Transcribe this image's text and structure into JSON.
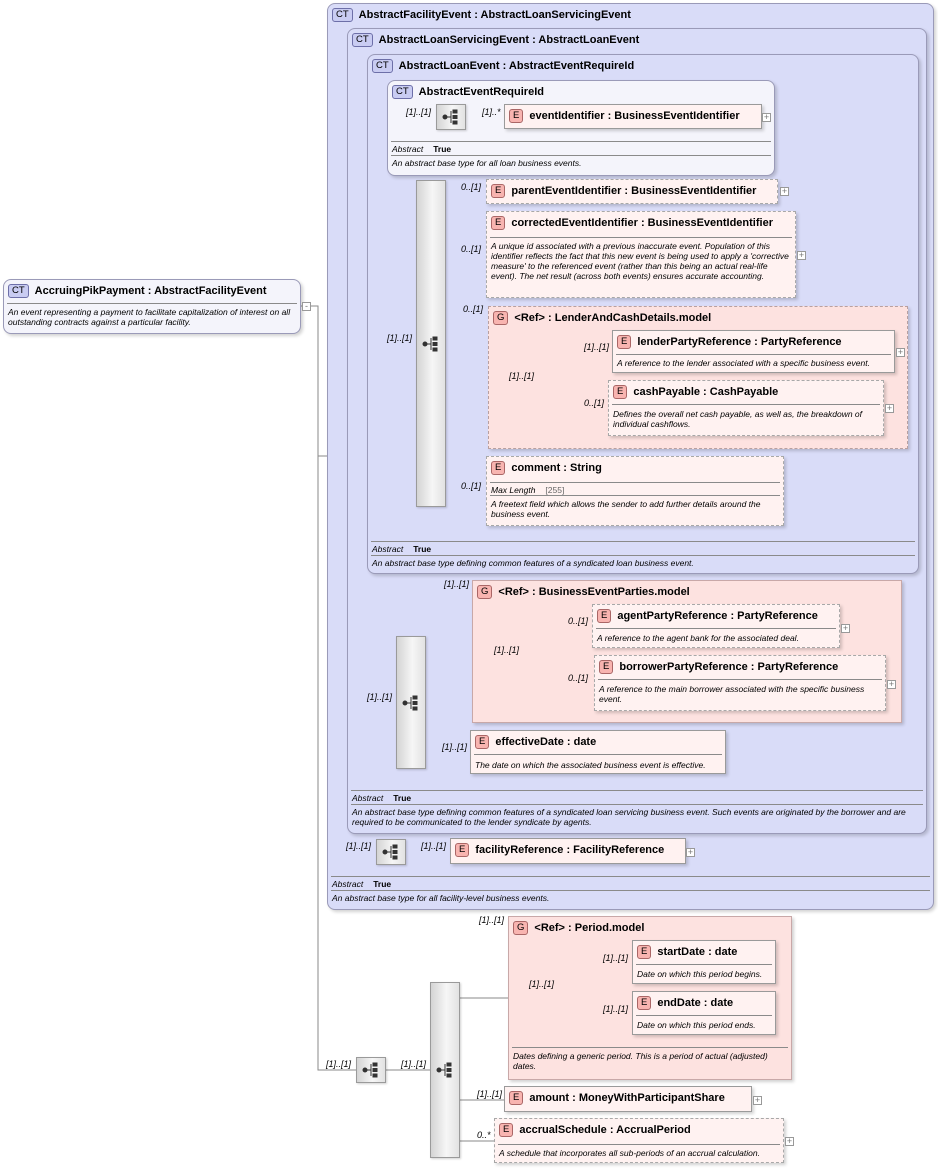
{
  "abstract_label": "Abstract",
  "abstract_value": "True",
  "max_length_label": "Max Length",
  "badges": {
    "ct": "CT",
    "e": "E",
    "g": "G"
  },
  "root": {
    "name": "AccruingPikPayment : AbstractFacilityEvent",
    "doc": "An event representing a payment to facilitate capitalization of interest on all outstanding contracts against a particular facility."
  },
  "facility_event": {
    "name": "AbstractFacilityEvent : AbstractLoanServicingEvent",
    "doc": "An abstract base type for all facility-level business events.",
    "facility_reference": "facilityReference : FacilityReference"
  },
  "loan_servicing_event": {
    "name": "AbstractLoanServicingEvent : AbstractLoanEvent",
    "doc": "An abstract base type defining common features of a syndicated loan servicing business event. Such events are originated by the borrower and are required to be communicated to the lender syndicate by agents.",
    "parties_group": "<Ref>       : BusinessEventParties.model",
    "agent": {
      "name": "agentPartyReference : PartyReference",
      "doc": "A reference to the agent bank for the associated deal."
    },
    "borrower": {
      "name": "borrowerPartyReference : PartyReference",
      "doc": "A reference to the main borrower associated with the specific business event."
    },
    "effective_date": {
      "name": "effectiveDate : date",
      "doc": "The date on which the associated business event is effective."
    }
  },
  "loan_event": {
    "name": "AbstractLoanEvent : AbstractEventRequireId",
    "doc": "An abstract base type defining common features of a syndicated loan business event.",
    "parent": "parentEventIdentifier : BusinessEventIdentifier",
    "corrected": {
      "name": "correctedEventIdentifier : BusinessEventIdentifier",
      "doc": "A unique id associated with a previous inaccurate event. Population of this identifier reflects the fact that this new event is being used to apply a 'corrective measure' to the referenced event (rather than this being an actual real-life event). The net result (across both events) ensures accurate accounting."
    },
    "lender_group": "<Ref>       : LenderAndCashDetails.model",
    "lender": {
      "name": "lenderPartyReference : PartyReference",
      "doc": "A reference to the lender associated with a specific business event."
    },
    "cash": {
      "name": "cashPayable : CashPayable",
      "doc": "Defines the overall net cash payable, as well as, the breakdown of individual cashflows."
    },
    "comment": {
      "name": "comment : String",
      "max_length": "[255]",
      "doc": "A freetext field which allows the sender to add further details around the business event."
    }
  },
  "event_require_id": {
    "name": "AbstractEventRequireId",
    "doc": "An abstract base type for all loan business events.",
    "event_identifier": "eventIdentifier : BusinessEventIdentifier"
  },
  "period": {
    "group": "<Ref>       : Period.model",
    "start": {
      "name": "startDate : date",
      "doc": "Date on which this period begins."
    },
    "end": {
      "name": "endDate : date",
      "doc": "Date on which this period ends."
    },
    "doc": "Dates defining a generic period. This is a period of actual (adjusted) dates."
  },
  "amount": "amount   : MoneyWithParticipantShare",
  "accrual": {
    "name": "accrualSchedule : AccrualPeriod",
    "doc": "A schedule that incorporates all sub-periods of an accrual calculation."
  },
  "cardinalities": {
    "one": "[1]..[1]",
    "opt": "0..[1]",
    "many": "[1]..*",
    "opt_many": "0..*"
  }
}
